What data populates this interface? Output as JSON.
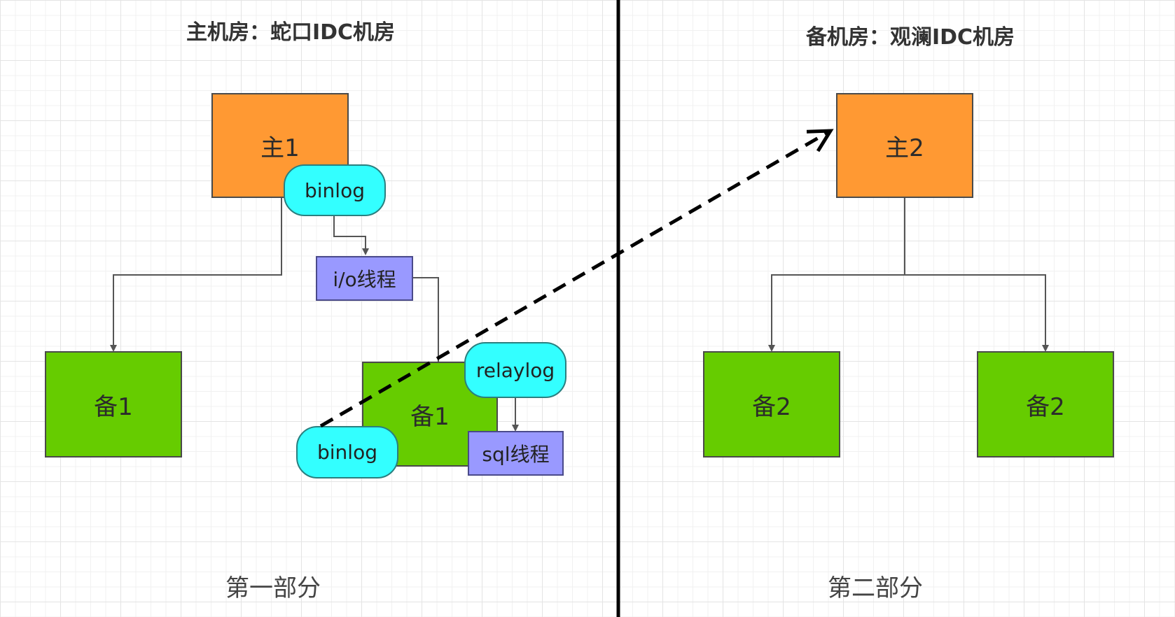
{
  "titles": {
    "left": "主机房：蛇口IDC机房",
    "right": "备机房：观澜IDC机房"
  },
  "footers": {
    "left": "第一部分",
    "right": "第二部分"
  },
  "nodes": {
    "master1": "主1",
    "slave1_left": "备1",
    "slave1_right": "备1",
    "master2": "主2",
    "slave2_a": "备2",
    "slave2_b": "备2",
    "binlog_master": "binlog",
    "io_thread": "i/o线程",
    "relaylog": "relaylog",
    "sql_thread": "sql线程",
    "binlog_slave": "binlog"
  },
  "colors": {
    "master": "#ff9933",
    "slave": "#66cc00",
    "log": "#33ffff",
    "thread": "#9999ff",
    "divider": "#000000",
    "connector": "#555555"
  }
}
